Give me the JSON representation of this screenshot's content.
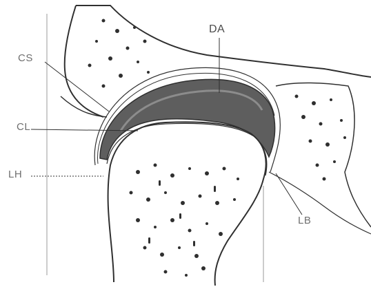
{
  "labels": {
    "da": "DA",
    "cs": "CS",
    "cl": "CL",
    "lh": "LH",
    "lb": "LB"
  },
  "colors": {
    "ink": "#2f2f2f",
    "cartilage": "#5e5e5e",
    "cartilage_light": "#8c8c8c",
    "paper": "#ffffff",
    "guide": "#9a9a9a"
  }
}
